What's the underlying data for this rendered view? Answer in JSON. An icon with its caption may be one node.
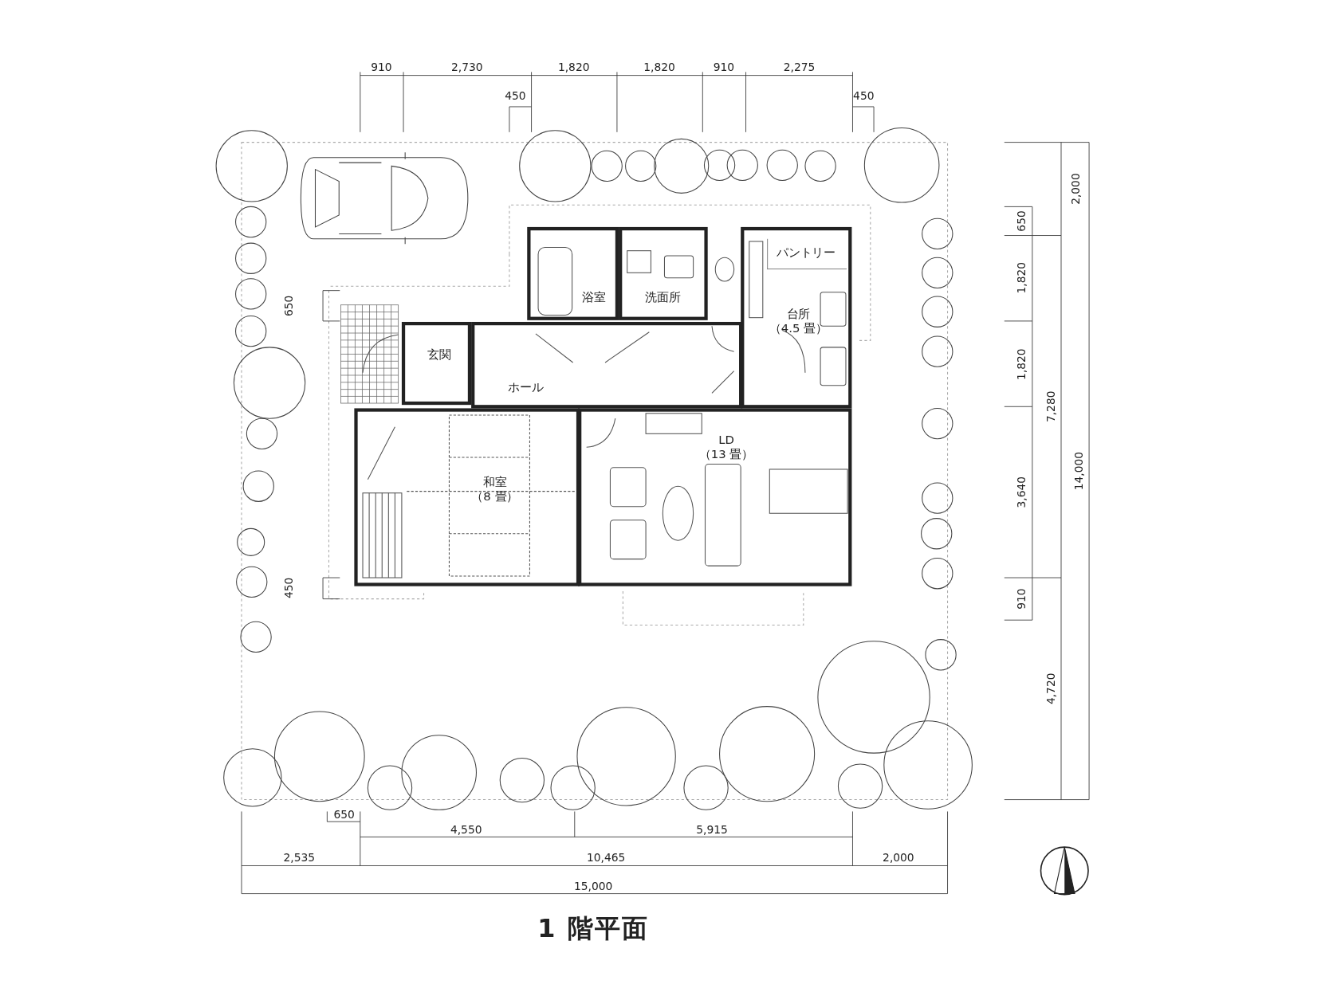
{
  "diagram": {
    "title": "1 階平面",
    "nodes": [
      {
        "text": [
          "浴室"
        ]
      },
      {
        "text": [
          "洗面所"
        ]
      },
      {
        "text": [
          "台所",
          "（4.5 畳）"
        ]
      },
      {
        "text": [
          "パントリー"
        ],
        "in": 2
      },
      {
        "text": [
          "玄関"
        ]
      },
      {
        "text": [
          "ホール"
        ]
      },
      {
        "text": [
          "和室",
          "（8 畳）"
        ]
      },
      {
        "text": [
          "LD",
          "（13 畳）"
        ]
      }
    ],
    "labels": [
      "910",
      "2,730",
      "1,820",
      "1,820",
      "910",
      "2,275",
      "450",
      "450",
      "650",
      "450",
      "2,000",
      "650",
      "1,820",
      "1,820",
      "7,280",
      "3,640",
      "14,000",
      "910",
      "4,720",
      "650",
      "4,550",
      "5,915",
      "2,535",
      "10,465",
      "2,000",
      "15,000"
    ]
  }
}
